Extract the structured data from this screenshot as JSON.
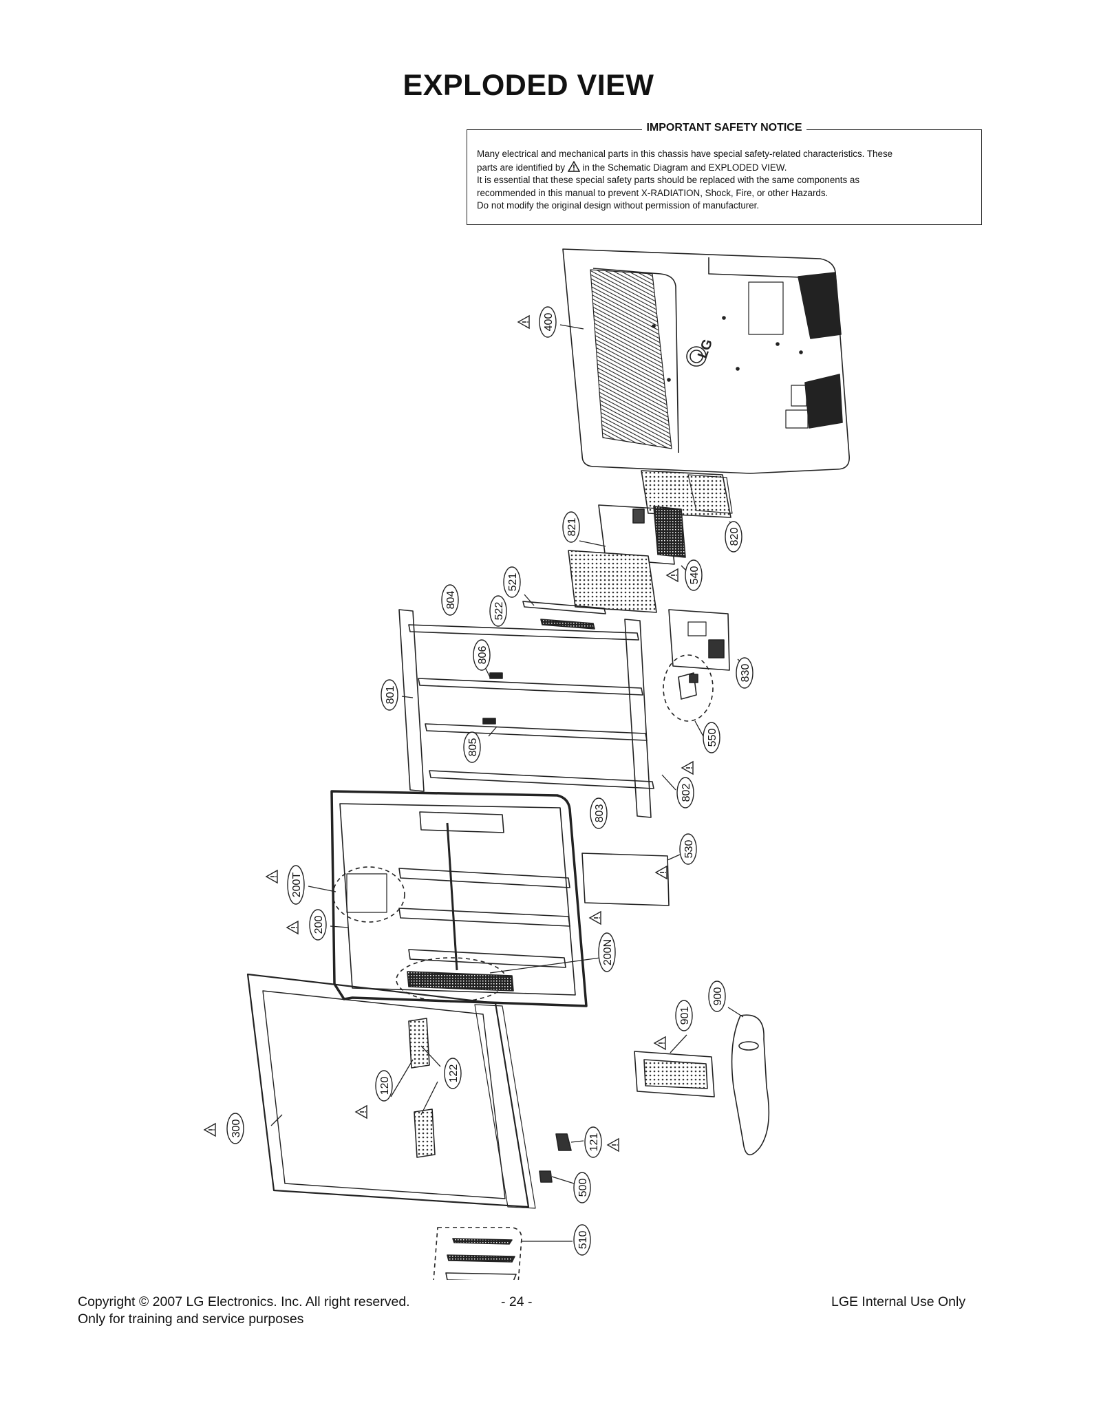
{
  "page": {
    "title": "EXPLODED VIEW",
    "page_number": "- 24 -"
  },
  "notice": {
    "title": "IMPORTANT SAFETY NOTICE",
    "line1": "Many electrical and mechanical parts in this chassis have special safety-related characteristics. These",
    "line2_before": "parts are identified by",
    "line2_after": "in the Schematic Diagram and EXPLODED VIEW.",
    "line3": "It is essential that these special safety parts should be replaced with the same components as",
    "line4": "recommended in this manual to prevent X-RADIATION, Shock, Fire, or other Hazards.",
    "line5": "Do not modify the original design without permission of manufacturer."
  },
  "diagram": {
    "brand_logo": "LG",
    "callouts": [
      {
        "id": "400",
        "safety": true
      },
      {
        "id": "821",
        "safety": false
      },
      {
        "id": "820",
        "safety": false
      },
      {
        "id": "540",
        "safety": true
      },
      {
        "id": "521",
        "safety": false
      },
      {
        "id": "522",
        "safety": false
      },
      {
        "id": "804",
        "safety": false
      },
      {
        "id": "806",
        "safety": false
      },
      {
        "id": "830",
        "safety": false
      },
      {
        "id": "801",
        "safety": false
      },
      {
        "id": "550",
        "safety": true
      },
      {
        "id": "805",
        "safety": false
      },
      {
        "id": "802",
        "safety": false
      },
      {
        "id": "803",
        "safety": false
      },
      {
        "id": "530",
        "safety": true
      },
      {
        "id": "200T",
        "safety": true
      },
      {
        "id": "200",
        "safety": true
      },
      {
        "id": "200N",
        "safety": true
      },
      {
        "id": "900",
        "safety": false
      },
      {
        "id": "901",
        "safety": true
      },
      {
        "id": "122",
        "safety": false
      },
      {
        "id": "120",
        "safety": true
      },
      {
        "id": "300",
        "safety": true
      },
      {
        "id": "121",
        "safety": true
      },
      {
        "id": "500",
        "safety": false
      },
      {
        "id": "510",
        "safety": false
      }
    ]
  },
  "footer": {
    "copyright": "Copyright © 2007 LG Electronics. Inc. All right reserved.",
    "purpose": "Only for training and service purposes",
    "internal": "LGE Internal Use Only"
  }
}
